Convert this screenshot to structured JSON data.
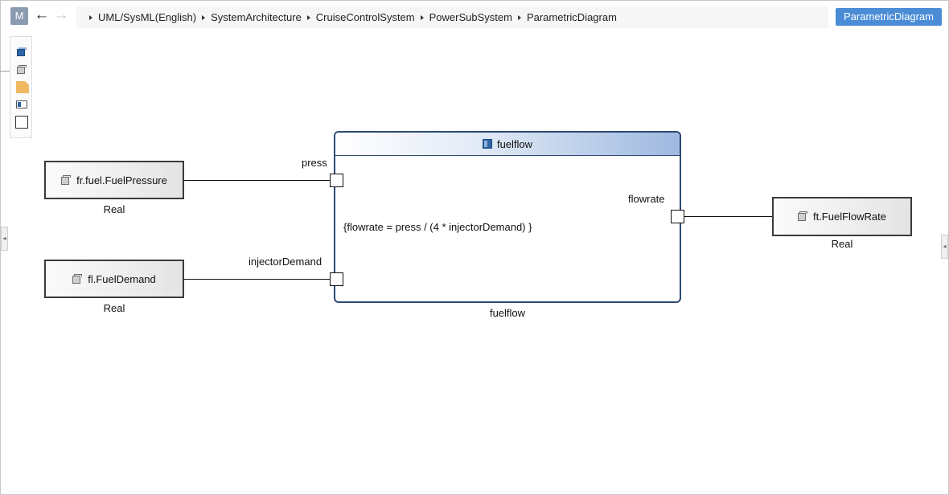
{
  "toolbar": {
    "home_label": "M",
    "back_glyph": "←",
    "forward_glyph": "→"
  },
  "breadcrumb": [
    {
      "label": "UML/SysML(English)"
    },
    {
      "label": "SystemArchitecture"
    },
    {
      "label": "CruiseControlSystem"
    },
    {
      "label": "PowerSubSystem"
    },
    {
      "label": "ParametricDiagram"
    }
  ],
  "active_tab": "ParametricDiagram",
  "palette": {
    "items": [
      "block-icon",
      "part-cube-icon",
      "note-icon",
      "port-icon",
      "rectangle-icon"
    ]
  },
  "diagram": {
    "constraint": {
      "name": "fuelflow",
      "expression": "{flowrate = press / (4 * injectorDemand) }",
      "type_label": "fuelflow"
    },
    "ports": {
      "press": "press",
      "injectorDemand": "injectorDemand",
      "flowrate": "flowrate"
    },
    "parts": {
      "fuel_pressure": {
        "name": "fr.fuel.FuelPressure",
        "type": "Real"
      },
      "fuel_demand": {
        "name": "fl.FuelDemand",
        "type": "Real"
      },
      "fuel_flow_rate": {
        "name": "ft.FuelFlowRate",
        "type": "Real"
      }
    }
  },
  "colors": {
    "accent": "#4a8cd6",
    "constraint_border": "#2d4a73",
    "block_icon": "#2e63a6",
    "note_icon": "#f0b860"
  }
}
